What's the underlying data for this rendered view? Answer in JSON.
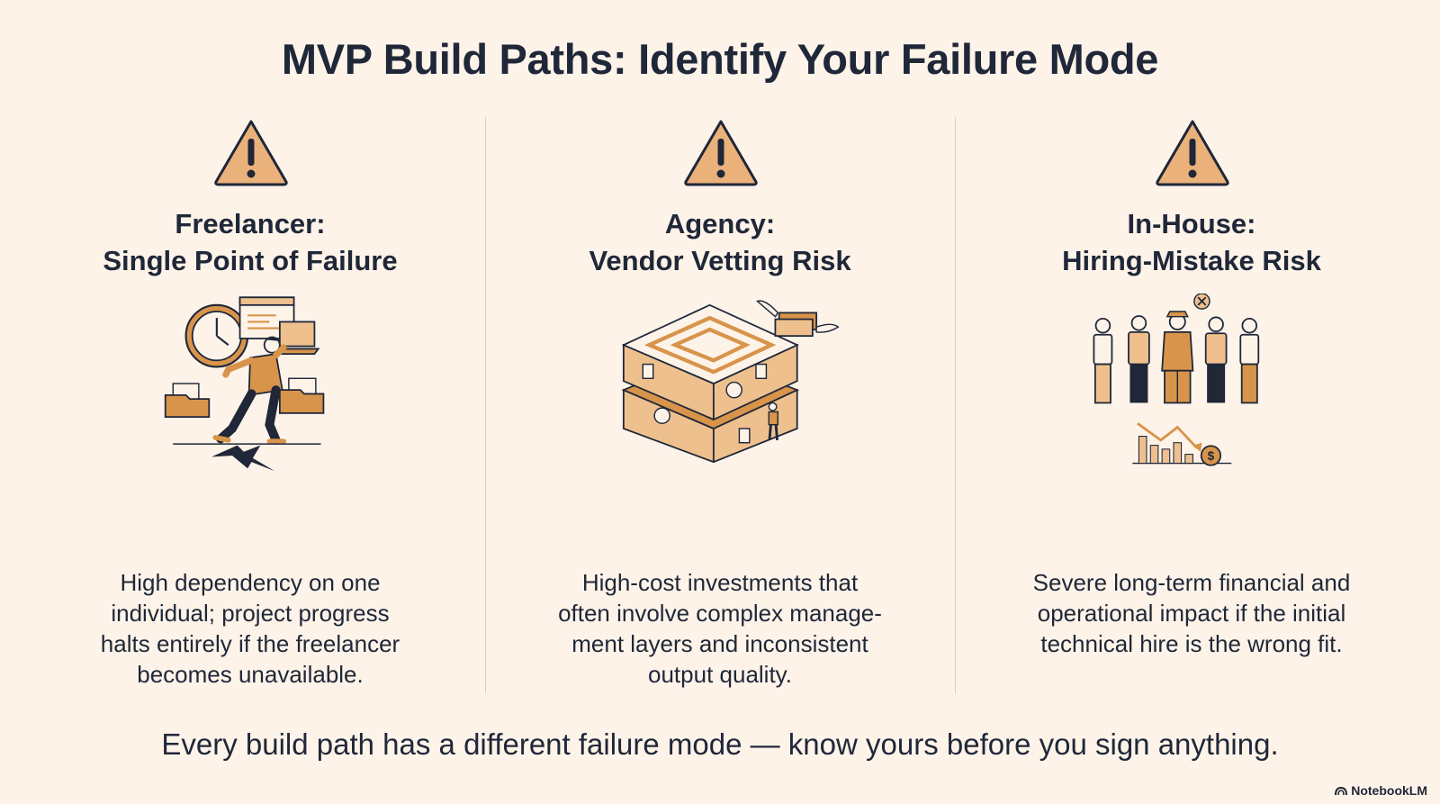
{
  "title": "MVP Build Paths: Identify Your Failure Mode",
  "columns": [
    {
      "heading_line1": "Freelancer:",
      "heading_line2": "Single Point of Failure",
      "desc_lines": [
        "High dependency on one",
        "individual; project progress",
        "halts entirely if the freelancer",
        "becomes unavailable."
      ]
    },
    {
      "heading_line1": "Agency:",
      "heading_line2": "Vendor Vetting Risk",
      "desc_lines": [
        "High-cost investments that",
        "often involve complex manage-",
        "ment layers and inconsistent",
        "output quality."
      ]
    },
    {
      "heading_line1": "In-House:",
      "heading_line2": "Hiring-Mistake Risk",
      "desc_lines": [
        "Severe long-term financial and",
        "operational impact if the initial",
        "technical hire is the wrong fit."
      ]
    }
  ],
  "footer": "Every build path has a different failure mode — know yours before you sign anything.",
  "brand": "NotebookLM",
  "colors": {
    "accent": "#d8944a",
    "light_accent": "#eec08e",
    "ink": "#1f2738",
    "background": "#fdf3e9"
  },
  "icons": [
    "warning-icon",
    "clock-icon",
    "laptop-icon",
    "folder-icon",
    "maze-icon",
    "money-icon",
    "people-icon",
    "chart-icon",
    "dollar-icon"
  ]
}
